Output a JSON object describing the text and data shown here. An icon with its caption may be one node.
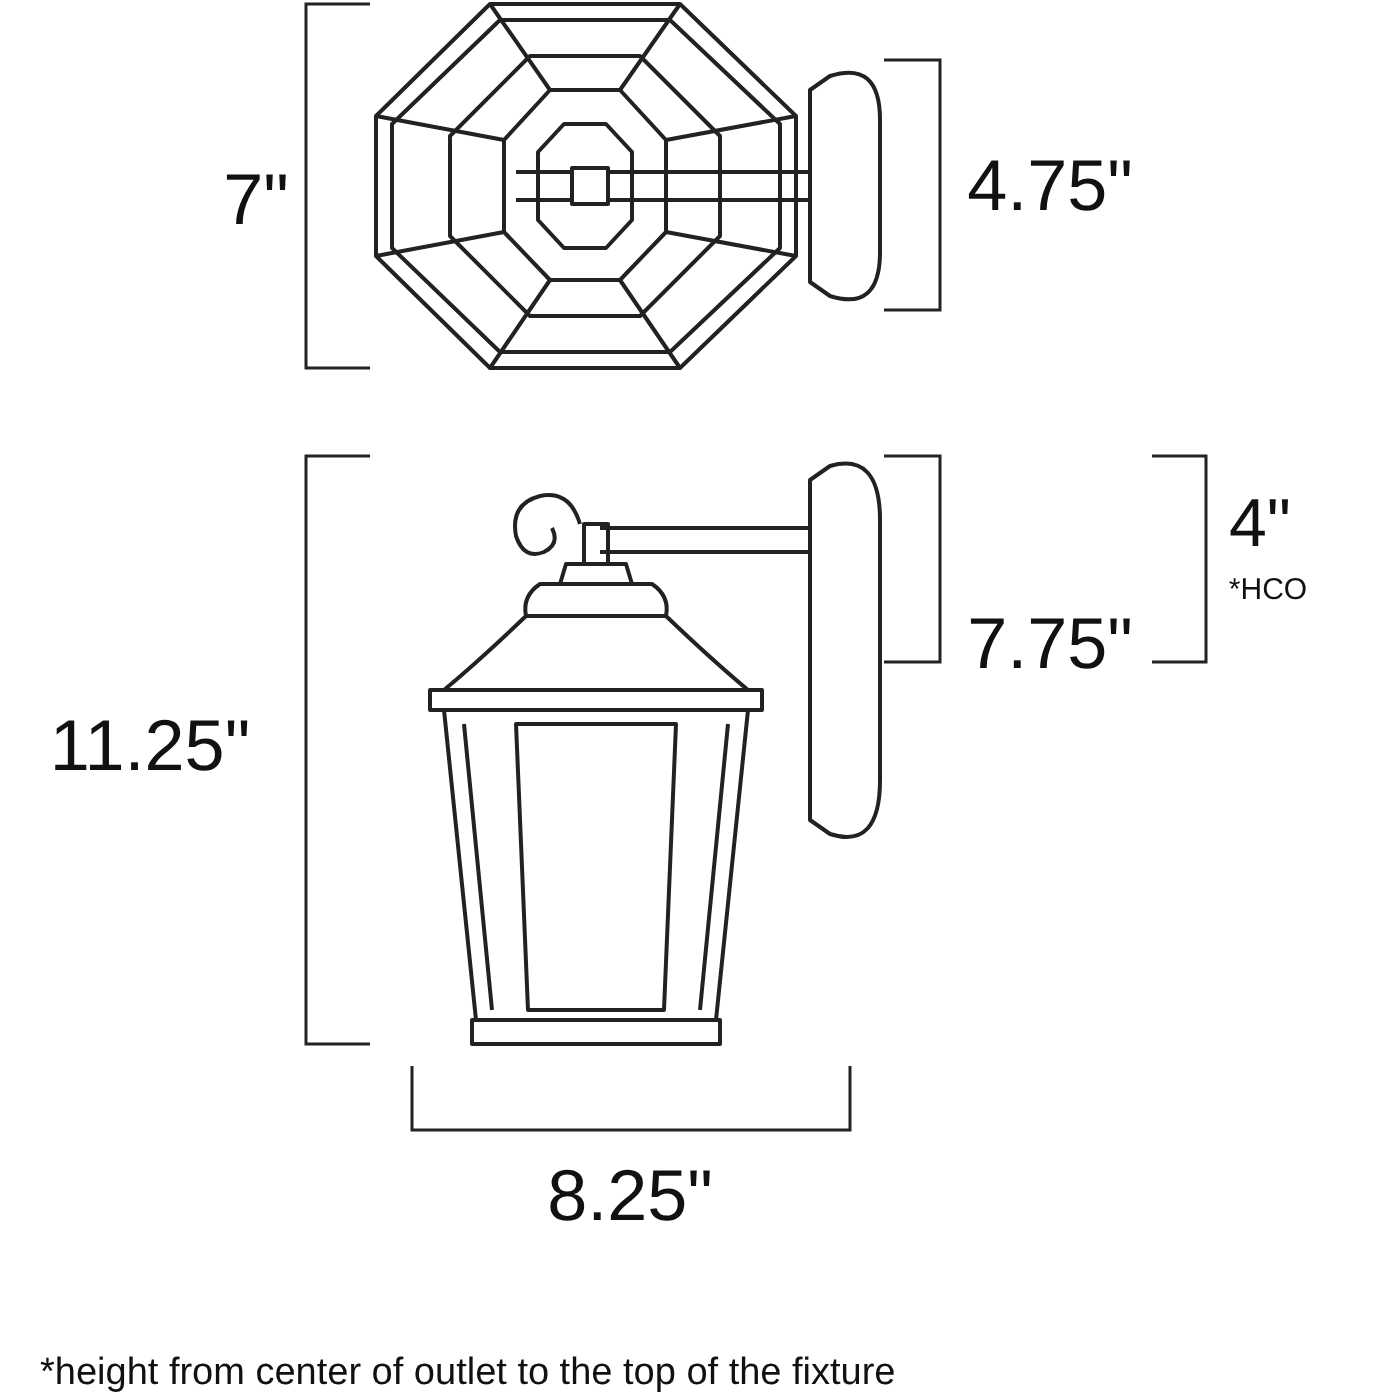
{
  "diagram": {
    "caption": "*height from center of outlet to the top of the fixture",
    "labels": [
      "7\"",
      "4.75\"",
      "4\"",
      "*HCO",
      "11.25\"",
      "7.75\"",
      "8.25\""
    ]
  }
}
